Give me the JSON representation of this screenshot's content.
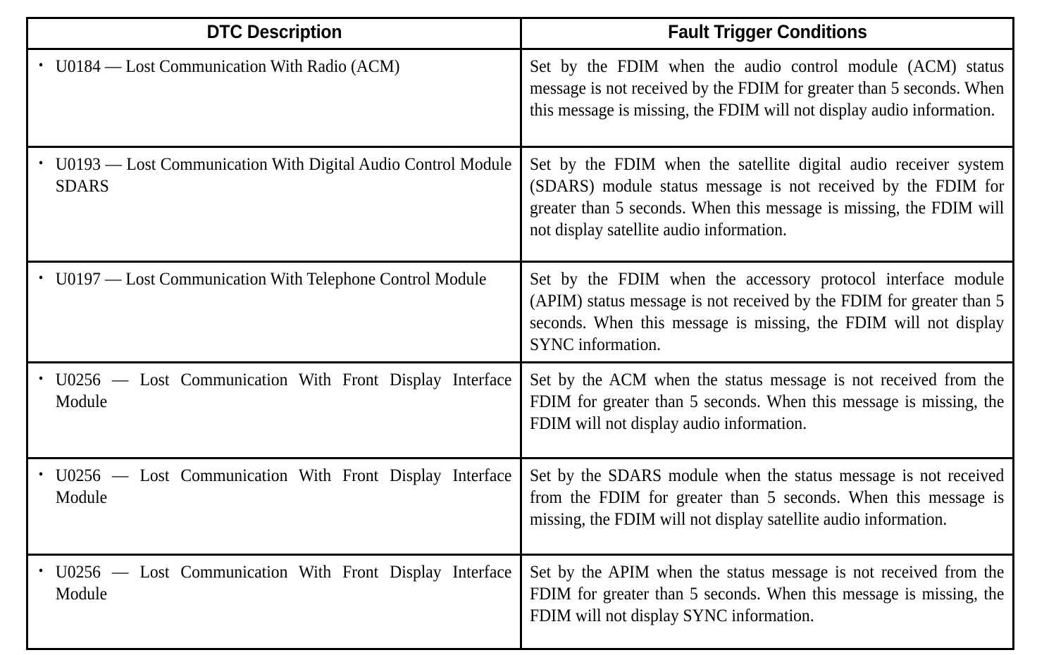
{
  "table": {
    "columns": [
      {
        "key": "dtc_description",
        "header": "DTC Description"
      },
      {
        "key": "fault_trigger_conditions",
        "header": "Fault Trigger Conditions"
      }
    ],
    "bullet_glyph": "•",
    "rows": [
      {
        "dtc_description": "U0184 — Lost Communication With Radio (ACM)",
        "fault_trigger_conditions": "Set by the FDIM when the audio control module (ACM) status message is not received by the FDIM for greater than 5 seconds. When this message is missing, the FDIM will not display audio information."
      },
      {
        "dtc_description": "U0193 — Lost Communication With Digital Audio Control Module SDARS",
        "fault_trigger_conditions": "Set by the FDIM when the satellite digital audio receiver system (SDARS) module status message is not received by the FDIM for greater than 5 seconds. When this message is missing, the FDIM will not display satellite audio information."
      },
      {
        "dtc_description": "U0197 — Lost Communication With Telephone Control Module",
        "fault_trigger_conditions": "Set by the FDIM when the accessory protocol interface module (APIM) status message is not received by the FDIM for greater than 5 seconds. When this message is missing, the FDIM will not display SYNC information."
      },
      {
        "dtc_description": "U0256 — Lost Communication With Front Display Interface Module",
        "fault_trigger_conditions": "Set by the ACM when the status message is not received from the FDIM for greater than 5 seconds. When this message is missing, the FDIM will not display audio information."
      },
      {
        "dtc_description": "U0256 — Lost Communication With Front Display Interface Module",
        "fault_trigger_conditions": "Set by the SDARS module when the status message is not received from the FDIM for greater than 5 seconds. When this message is missing, the FDIM will not display satellite audio information."
      },
      {
        "dtc_description": "U0256 — Lost Communication With Front Display Interface Module",
        "fault_trigger_conditions": "Set by the APIM when the status message is not received from the FDIM for greater than 5 seconds. When this message is missing, the FDIM will not display SYNC information."
      }
    ]
  },
  "colors": {
    "border": "#000000",
    "text": "#000000",
    "background": "#ffffff"
  }
}
